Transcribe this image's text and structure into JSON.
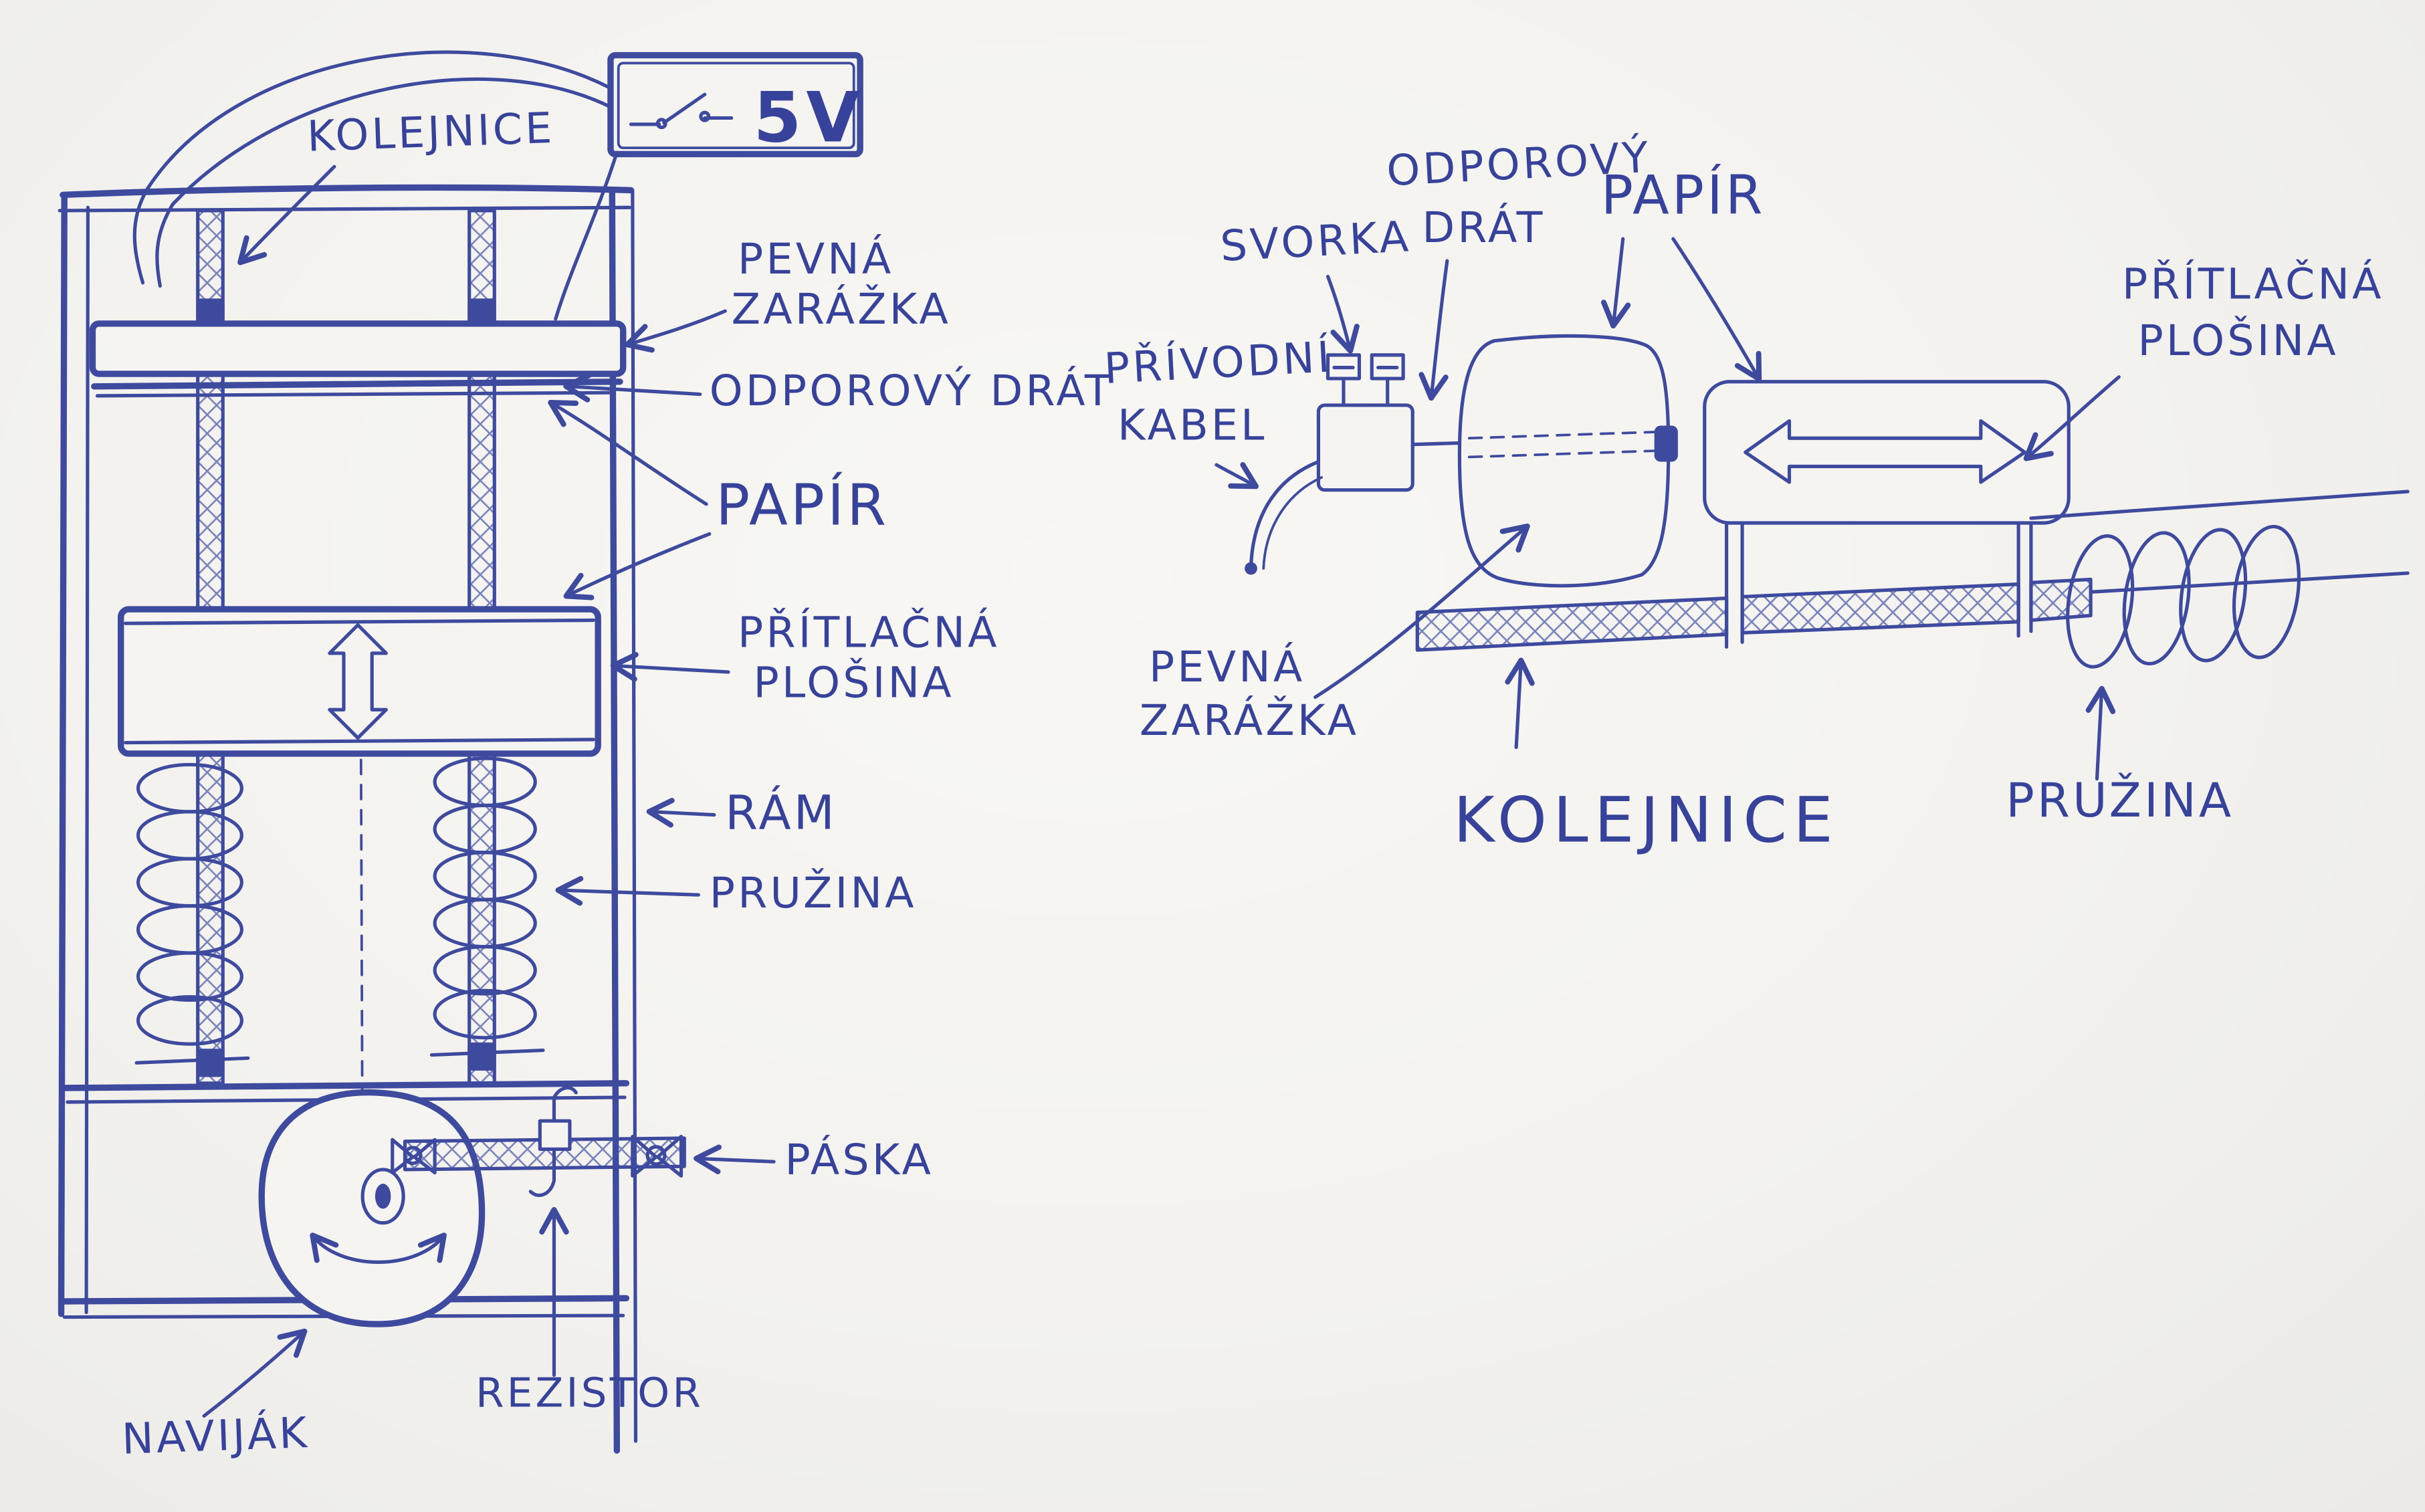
{
  "colors": {
    "ink": "#3d4a9e",
    "paper": "#f5f4f1"
  },
  "power_box": {
    "voltage_label": "5V"
  },
  "left_diagram": {
    "labels": {
      "kolejnice": "KOLEJNICE",
      "pevna_zarazka": [
        "PEVNÁ",
        "ZARÁŽKA"
      ],
      "odporovy_drat": "ODPOROVÝ DRÁT",
      "papir": "PAPÍR",
      "pritlacna_plosina": [
        "PŘÍTLAČNÁ",
        "PLOŠINA"
      ],
      "ram": "RÁM",
      "pruzina": "PRUŽINA",
      "paska": "PÁSKA",
      "rezistor": "REZISTOR",
      "navijak": "NAVIJÁK"
    }
  },
  "right_diagram": {
    "labels": {
      "svorka": "SVORKA",
      "odporovy_drat": [
        "ODPOROVÝ",
        "DRÁT"
      ],
      "papir": "PAPÍR",
      "pritlacna_plosina": [
        "PŘÍTLAČNÁ",
        "PLOŠINA"
      ],
      "privodni_kabel": [
        "PŘÍVODNÍ",
        "KABEL"
      ],
      "pevna_zarazka": [
        "PEVNÁ",
        "ZARÁŽKA"
      ],
      "kolejnice": "KOLEJNICE",
      "pruzina": "PRUŽINA"
    }
  }
}
